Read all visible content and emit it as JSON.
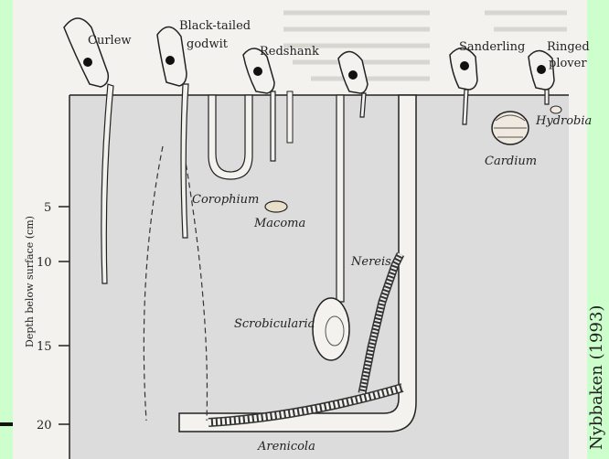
{
  "birds": [
    {
      "name": "Curlew"
    },
    {
      "name": "Black-tailed godwit"
    },
    {
      "name": "Redshank"
    },
    {
      "name": "Sanderling"
    },
    {
      "name": "Ringed plover"
    }
  ],
  "organisms": {
    "corophium": "Corophium",
    "macoma": "Macoma",
    "nereis": "Nereis",
    "scrobicularia": "Scrobicularia",
    "arenicola": "Arenicola",
    "cardium": "Cardium",
    "hydrobia": "Hydrobia"
  },
  "axis": {
    "label": "Depth below surface (cm)",
    "ticks": [
      "5",
      "10",
      "15",
      "20"
    ]
  },
  "credit": "Nybbaken (1993)",
  "colors": {
    "background": "#ccffcc",
    "sediment": "#dcdcdc",
    "paper": "#f3f2ef",
    "ink": "#1a1a1a"
  }
}
